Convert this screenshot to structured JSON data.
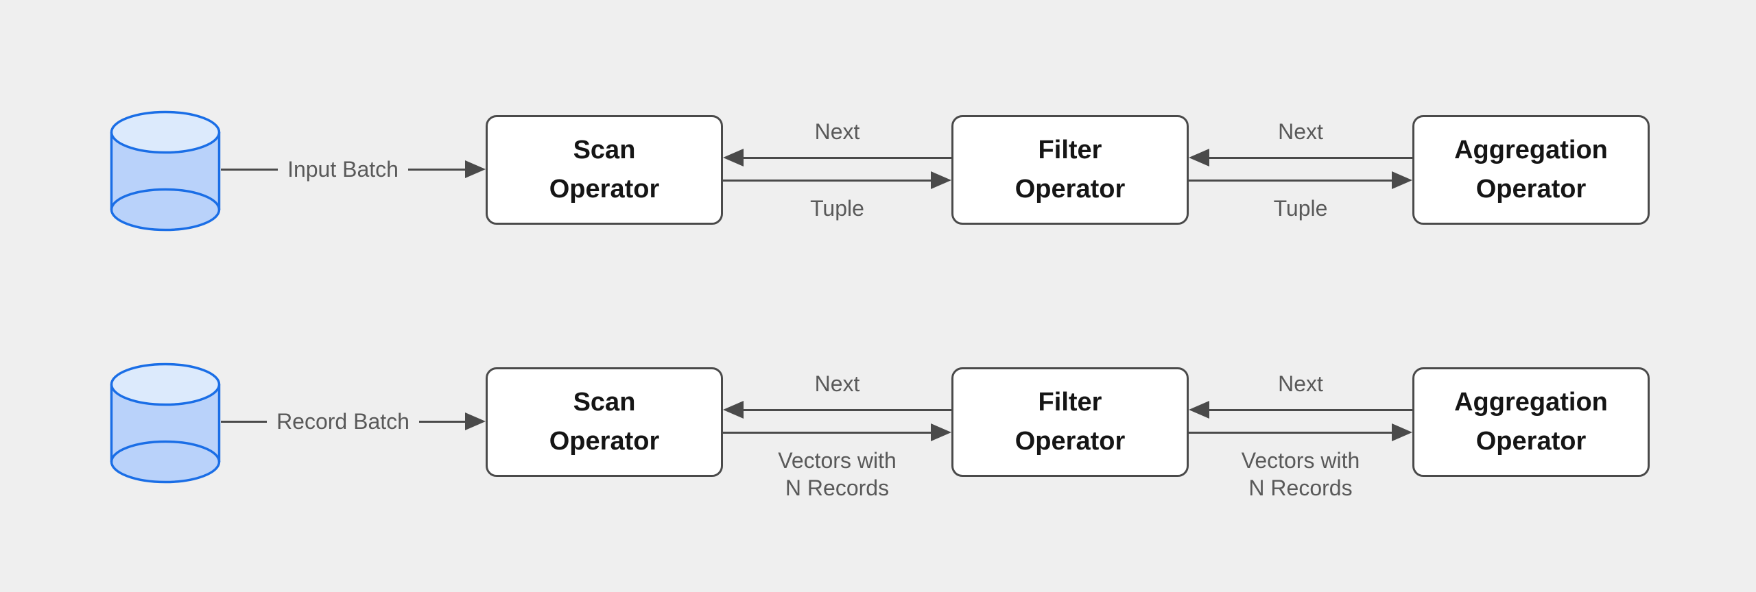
{
  "diagram": {
    "colors": {
      "background": "#efefef",
      "node_fill": "#ffffff",
      "node_border": "#4a4a4a",
      "arrow": "#4a4a4a",
      "label_text": "#595959",
      "node_text": "#151515",
      "db_stroke": "#1a6ee6",
      "db_body_fill": "#b9d2fa",
      "db_lid_fill": "#dceafc"
    },
    "rows": [
      {
        "source_label": "Input Batch",
        "operators": [
          {
            "lines": [
              "Scan",
              "Operator"
            ]
          },
          {
            "lines": [
              "Filter",
              "Operator"
            ]
          },
          {
            "lines": [
              "Aggregation",
              "Operator"
            ]
          }
        ],
        "links": [
          {
            "top_label": "Next",
            "bottom_lines": [
              "Tuple"
            ]
          },
          {
            "top_label": "Next",
            "bottom_lines": [
              "Tuple"
            ]
          }
        ]
      },
      {
        "source_label": "Record Batch",
        "operators": [
          {
            "lines": [
              "Scan",
              "Operator"
            ]
          },
          {
            "lines": [
              "Filter",
              "Operator"
            ]
          },
          {
            "lines": [
              "Aggregation",
              "Operator"
            ]
          }
        ],
        "links": [
          {
            "top_label": "Next",
            "bottom_lines": [
              "Vectors with",
              "N Records"
            ]
          },
          {
            "top_label": "Next",
            "bottom_lines": [
              "Vectors with",
              "N Records"
            ]
          }
        ]
      }
    ]
  }
}
